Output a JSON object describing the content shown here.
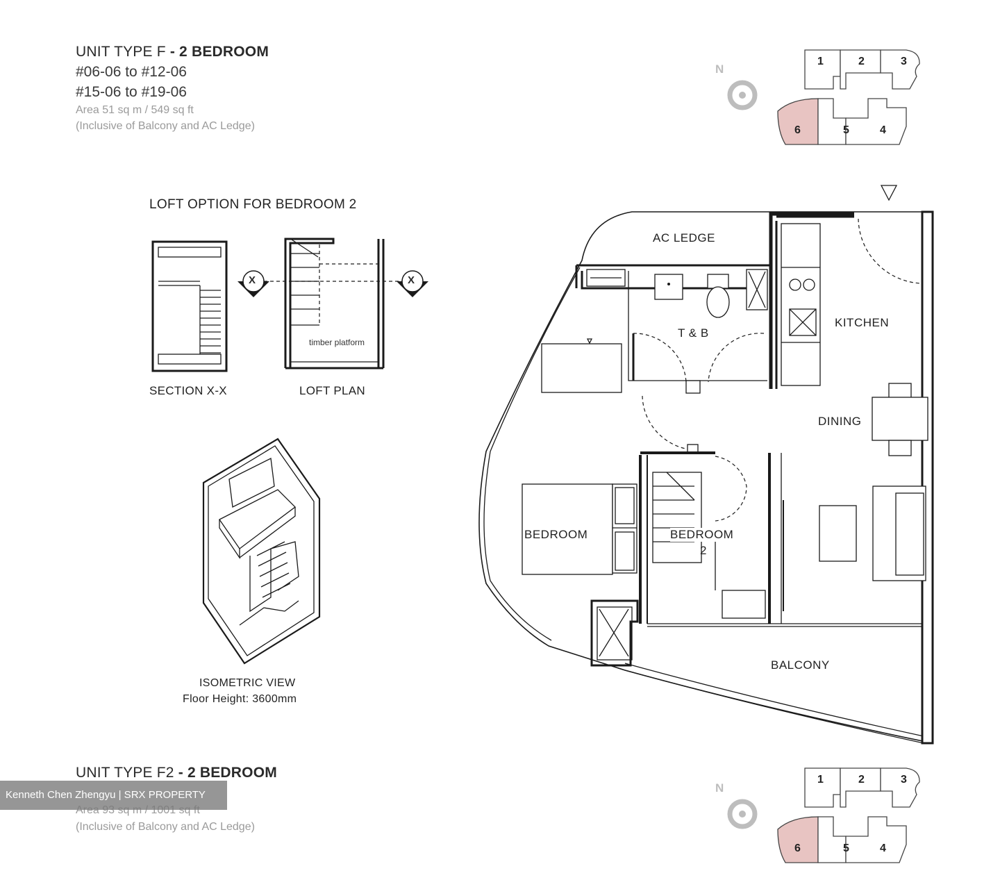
{
  "header": {
    "title": "UNIT TYPE F - 2 BEDROOM",
    "title_prefix": "UNIT TYPE F",
    "title_suffix": "- 2 BEDROOM",
    "units_line1": "#06-06 to #12-06",
    "units_line2": "#15-06 to #19-06",
    "area": "Area 51 sq m / 549 sq ft",
    "note": "(Inclusive of Balcony and AC Ledge)"
  },
  "loft": {
    "title": "LOFT OPTION FOR BEDROOM 2",
    "section_label": "SECTION X-X",
    "plan_label": "LOFT PLAN",
    "platform_label": "timber platform",
    "section_marker": "X"
  },
  "isometric": {
    "label": "ISOMETRIC VIEW",
    "height": "Floor Height: 3600mm"
  },
  "plan": {
    "rooms": {
      "ac_ledge": "AC LEDGE",
      "tnb": "T & B",
      "kitchen": "KITCHEN",
      "dining": "DINING",
      "main_bedroom": "BEDROOM",
      "bedroom2": "BEDROOM",
      "bedroom2_number": "2",
      "balcony": "BALCONY"
    }
  },
  "key_plan": {
    "compass": "N",
    "units_top": [
      "1",
      "2",
      "3"
    ],
    "units_bottom": [
      "6",
      "5",
      "4"
    ],
    "highlight_color": "#e8c4c2"
  },
  "footer": {
    "title_prefix": "UNIT TYPE F2",
    "title_suffix": "- 2 BEDROOM",
    "area": "Area 93 sq m / 1001 sq ft",
    "note": "(Inclusive of Balcony and AC Ledge)"
  },
  "watermark": "Kenneth Chen Zhengyu | SRX PROPERTY"
}
